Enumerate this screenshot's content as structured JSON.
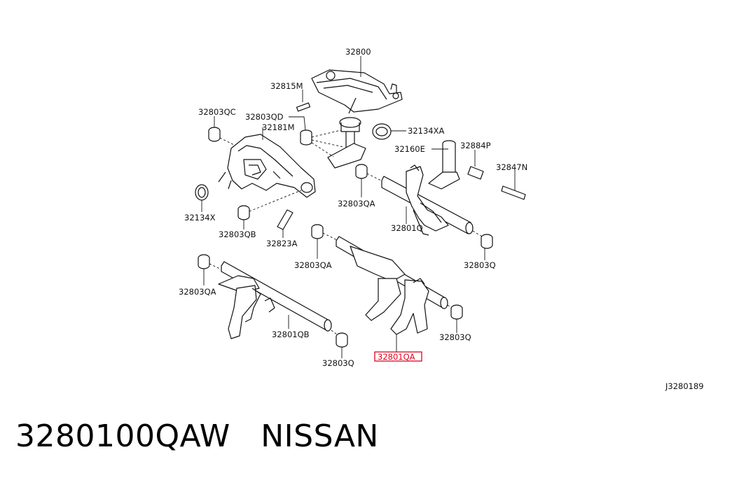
{
  "diagram": {
    "code": "J3280189",
    "labels": {
      "p32800": "32800",
      "p32815M": "32815M",
      "p32803QC": "32803QC",
      "p32803QD": "32803QD",
      "p32181M": "32181M",
      "p32134XA": "32134XA",
      "p32160E": "32160E",
      "p32884P": "32884P",
      "p32847N": "32847N",
      "p32134X": "32134X",
      "p32803QB": "32803QB",
      "p32823A": "32823A",
      "p32803QA_top": "32803QA",
      "p32801Q": "32801Q",
      "p32803QA_mid": "32803QA",
      "p32803Q_right": "32803Q",
      "p32803QA_left": "32803QA",
      "p32801QB": "32801QB",
      "p32803Q_right2": "32803Q",
      "p32803Q_bottom": "32803Q",
      "p32801QA": "32801QA"
    },
    "highlight_color": "#e3001b"
  },
  "caption": {
    "part_number": "3280100QAW",
    "brand": "NISSAN"
  }
}
